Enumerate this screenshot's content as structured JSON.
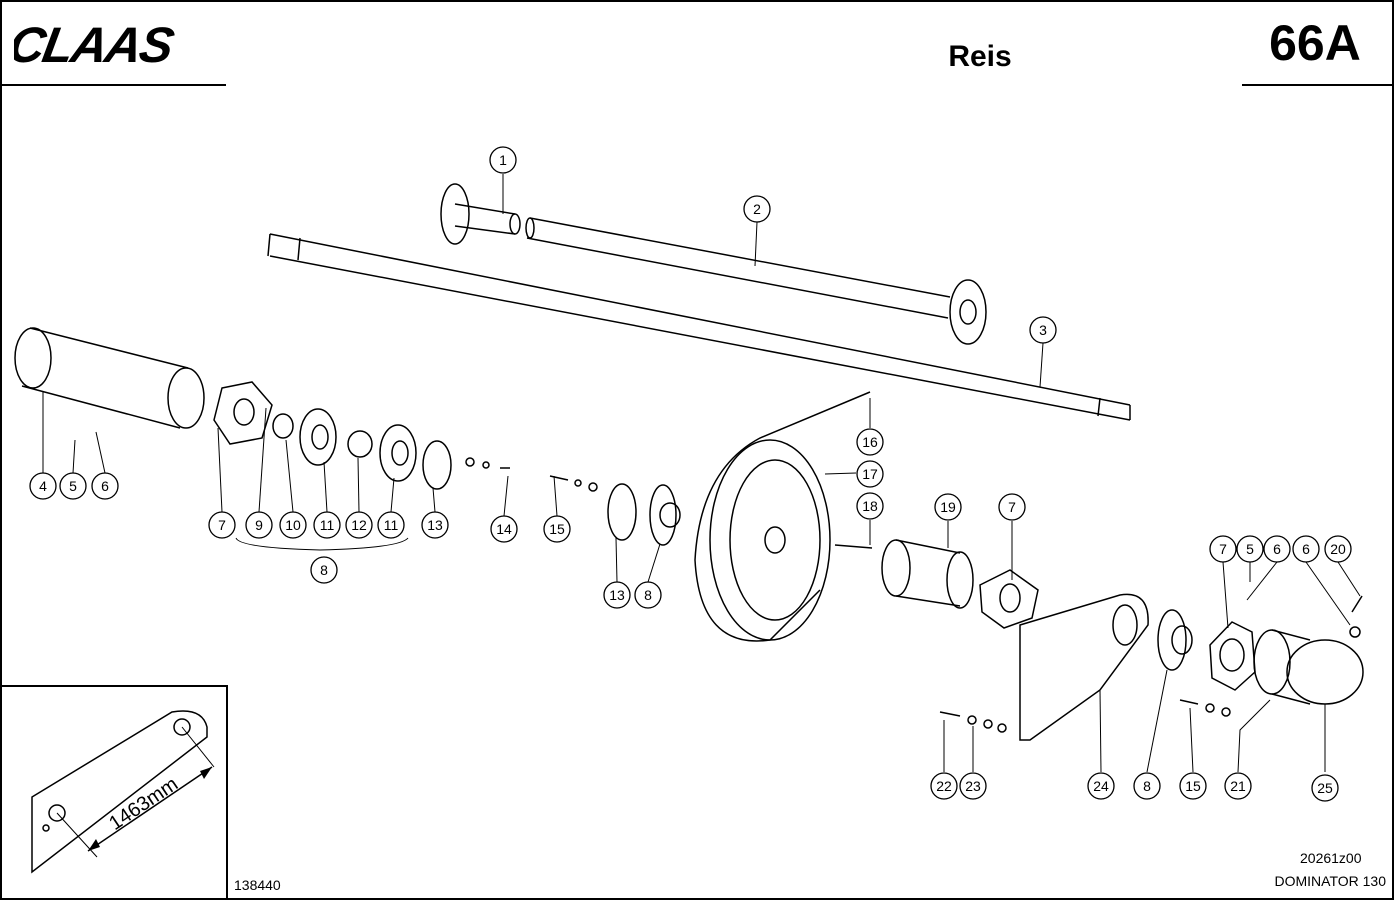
{
  "header": {
    "brand": "CLAAS",
    "title": "Reis",
    "page_number": "66A"
  },
  "footer": {
    "drawing_number": "20261z00",
    "model": "DOMINATOR 130",
    "reference_number": "138440"
  },
  "inset": {
    "dimension_label": "1463mm"
  },
  "callouts": {
    "c1": "1",
    "c2": "2",
    "c3": "3",
    "c4": "4",
    "c5a": "5",
    "c6a": "6",
    "c7a": "7",
    "c9": "9",
    "c10": "10",
    "c11a": "11",
    "c12": "12",
    "c11b": "11",
    "c13a": "13",
    "c14": "14",
    "c8a": "8",
    "c15a": "15",
    "c13b": "13",
    "c8b": "8",
    "c16": "16",
    "c17": "17",
    "c18": "18",
    "c19": "19",
    "c7b": "7",
    "c7c": "7",
    "c5b": "5",
    "c6b": "6",
    "c6c": "6",
    "c20": "20",
    "c22": "22",
    "c23": "23",
    "c24": "24",
    "c8c": "8",
    "c15b": "15",
    "c21": "21",
    "c25": "25"
  }
}
